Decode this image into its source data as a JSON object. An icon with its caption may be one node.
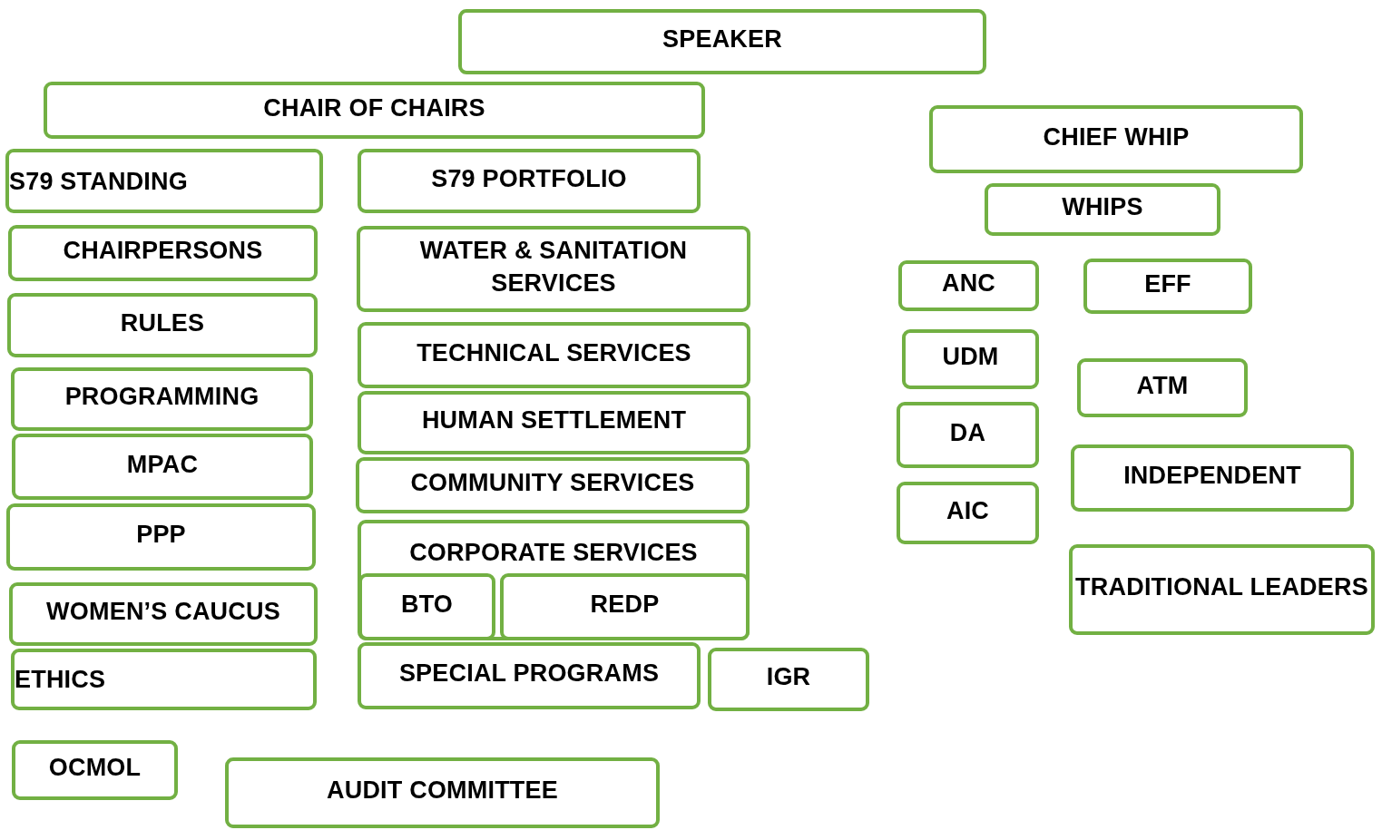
{
  "diagram": {
    "nodes": [
      {
        "text": [
          "SPEAKER"
        ]
      },
      {
        "text": [
          "CHAIR OF CHAIRS"
        ]
      },
      {
        "text": [
          "CHIEF WHIP"
        ]
      },
      {
        "text": [
          "S79 STANDING"
        ]
      },
      {
        "text": [
          "S79 PORTFOLIO"
        ]
      },
      {
        "text": [
          "WHIPS"
        ]
      },
      {
        "text": [
          "CHAIRPERSONS"
        ]
      },
      {
        "text": [
          "WATER & SANITATION SERVICES"
        ]
      },
      {
        "text": [
          "ANC"
        ]
      },
      {
        "text": [
          "EFF"
        ]
      },
      {
        "text": [
          "RULES"
        ]
      },
      {
        "text": [
          "TECHNICAL SERVICES"
        ]
      },
      {
        "text": [
          "UDM"
        ]
      },
      {
        "text": [
          "ATM"
        ]
      },
      {
        "text": [
          "PROGRAMMING"
        ]
      },
      {
        "text": [
          "HUMAN SETTLEMENT"
        ]
      },
      {
        "text": [
          "DA"
        ]
      },
      {
        "text": [
          "MPAC"
        ]
      },
      {
        "text": [
          "COMMUNITY SERVICES"
        ]
      },
      {
        "text": [
          "INDEPENDENT"
        ]
      },
      {
        "text": [
          "AIC"
        ]
      },
      {
        "text": [
          "PPP"
        ]
      },
      {
        "text": [
          "CORPORATE SERVICES"
        ]
      },
      {
        "text": [
          "BTO"
        ],
        "in": 22
      },
      {
        "text": [
          "REDP"
        ],
        "in": 22
      },
      {
        "text": [
          "TRADITIONAL LEADERS"
        ]
      },
      {
        "text": [
          "WOMEN’S CAUCUS"
        ]
      },
      {
        "text": [
          "SPECIAL PROGRAMS"
        ]
      },
      {
        "text": [
          "IGR"
        ]
      },
      {
        "text": [
          "ETHICS"
        ]
      },
      {
        "text": [
          "OCMOL"
        ]
      },
      {
        "text": [
          "AUDIT COMMITTEE"
        ]
      }
    ]
  }
}
